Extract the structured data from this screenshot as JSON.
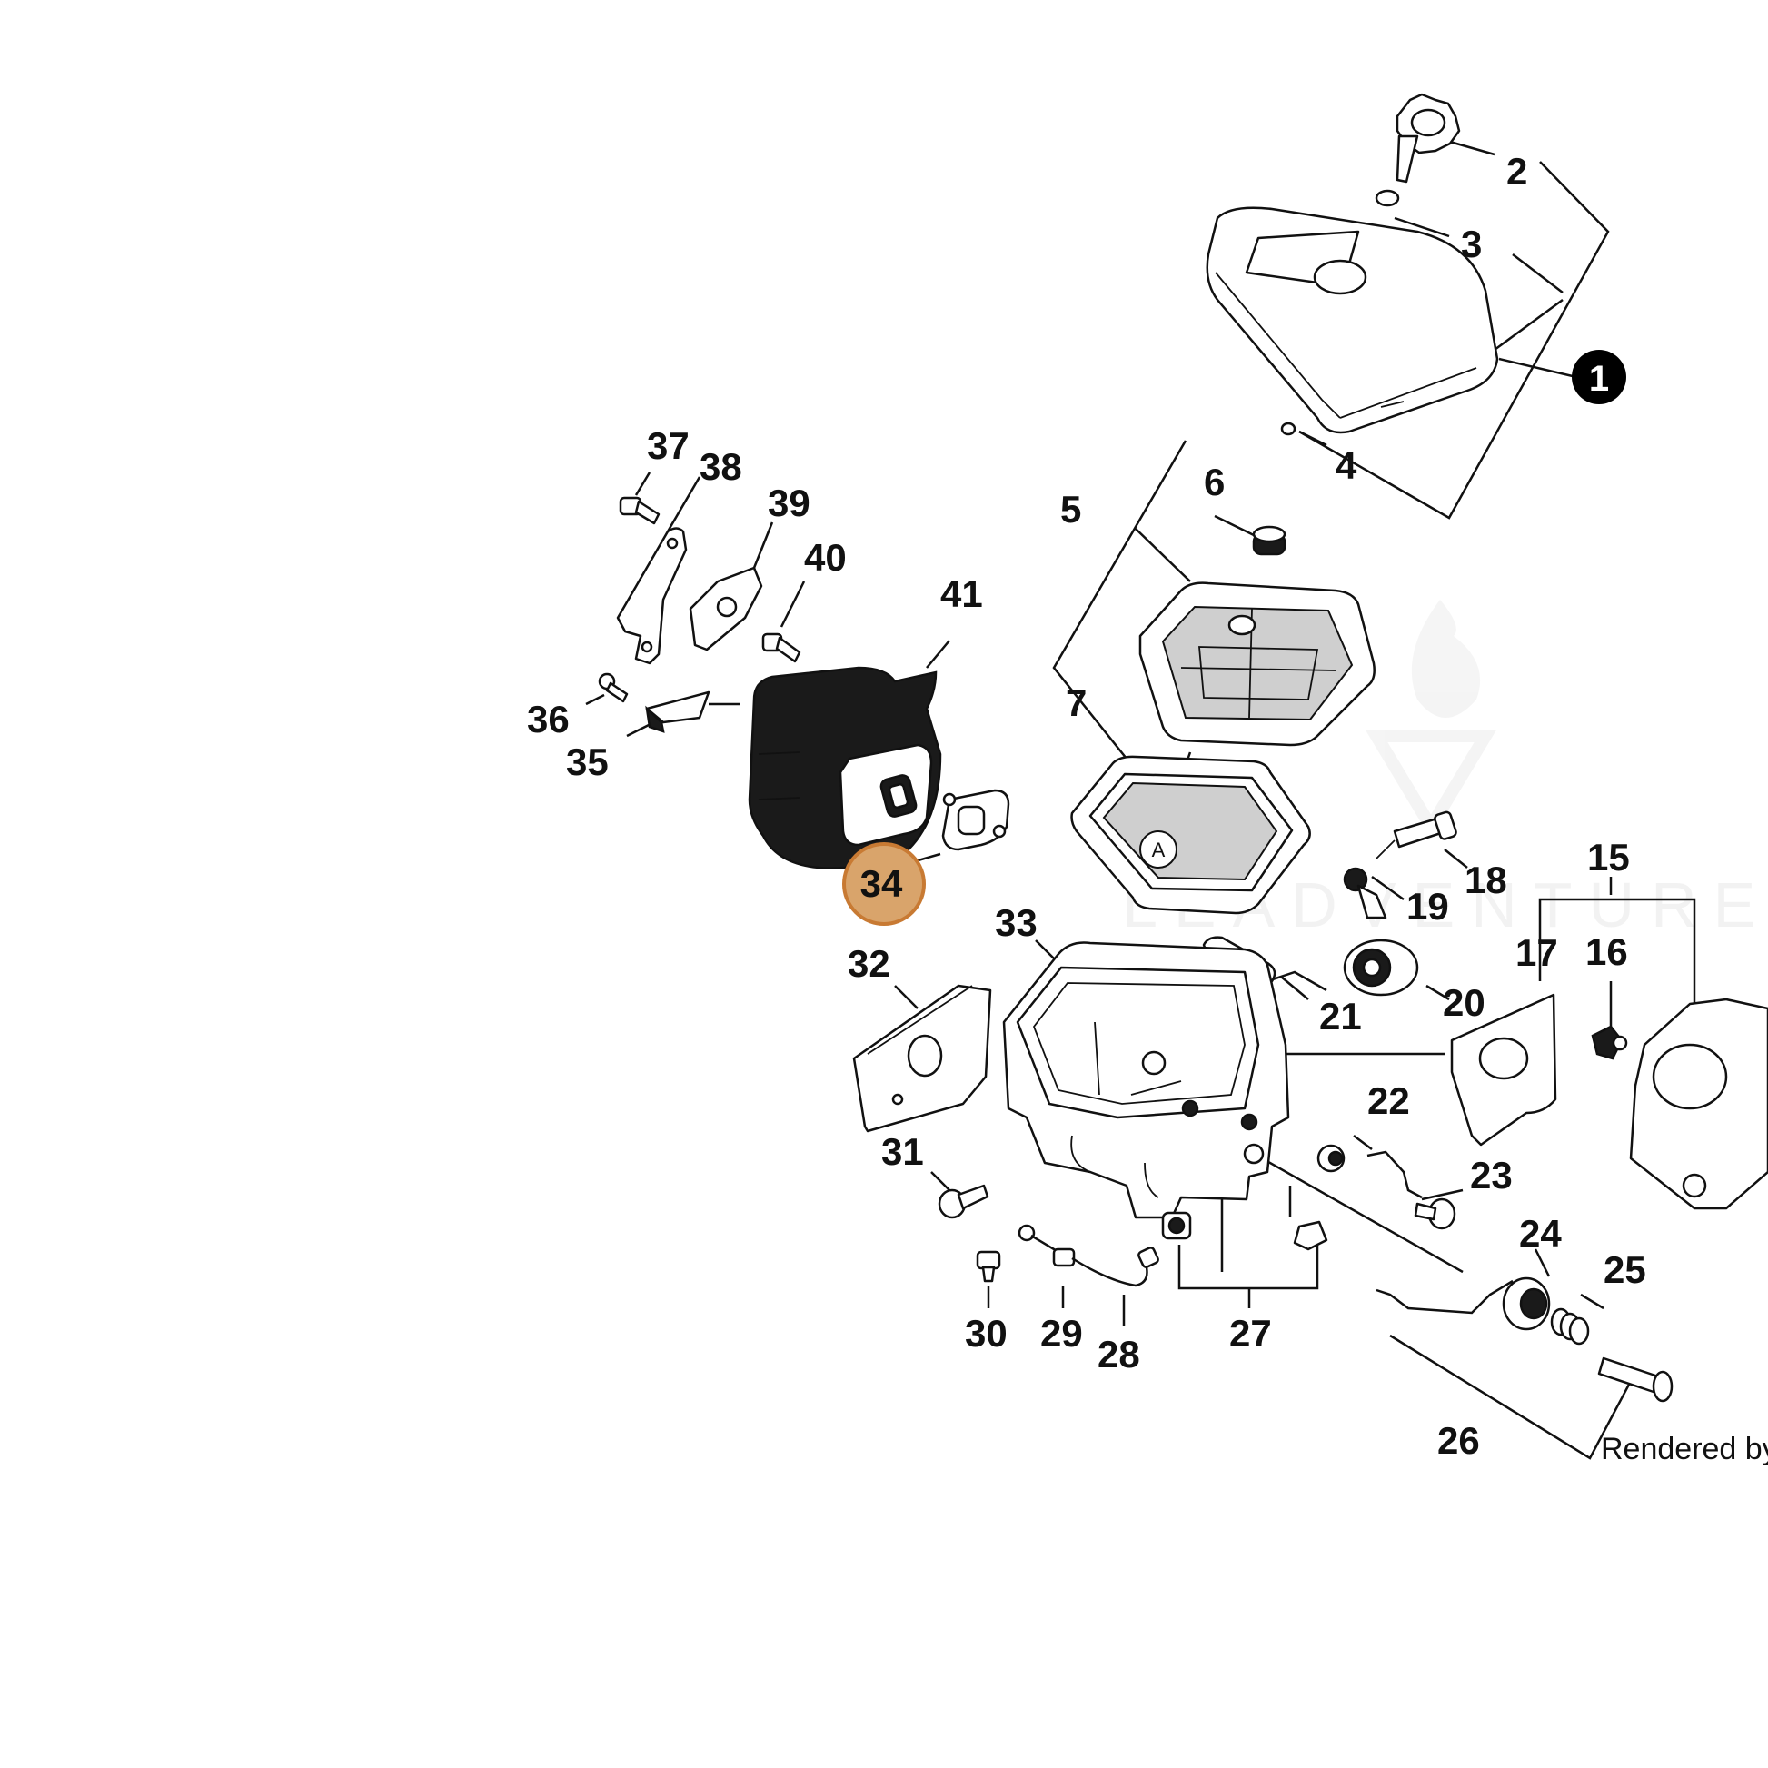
{
  "callouts": {
    "c2": "2",
    "c3": "3",
    "c4": "4",
    "c5": "5",
    "c6": "6",
    "c7": "7",
    "c15": "15",
    "c16": "16",
    "c17": "17",
    "c18": "18",
    "c19": "19",
    "c20": "20",
    "c21": "21",
    "c22": "22",
    "c23": "23",
    "c24": "24",
    "c25": "25",
    "c26": "26",
    "c27": "27",
    "c28": "28",
    "c29": "29",
    "c30": "30",
    "c31": "31",
    "c32": "32",
    "c33": "33",
    "c34": "34",
    "c35": "35",
    "c36": "36",
    "c37": "37",
    "c38": "38",
    "c39": "39",
    "c40": "40",
    "c41": "41"
  },
  "assembly_badge": "1",
  "detail_marker": "A",
  "credit": "Rendered by L",
  "watermark": "LEADVENTURE",
  "highlight": {
    "part": "34",
    "color": "#d9a46b",
    "border": "#c87a33"
  }
}
